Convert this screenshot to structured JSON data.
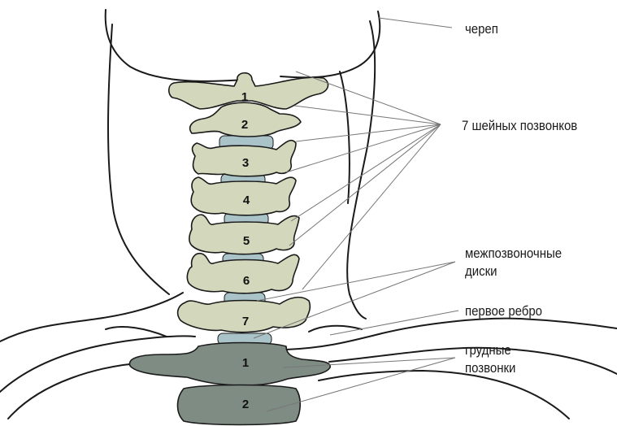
{
  "labels": {
    "skull": "череп",
    "cervical": "7 шейных позвонков",
    "discs_line1": "межпозвоночные",
    "discs_line2": "диски",
    "first_rib": "первое ребро",
    "thoracic_line1": "грудные",
    "thoracic_line2": "позвонки"
  },
  "cervical_numbers": [
    "1",
    "2",
    "3",
    "4",
    "5",
    "6",
    "7"
  ],
  "thoracic_numbers": [
    "1",
    "2"
  ],
  "colors": {
    "cervical_bone": "#d3d8bc",
    "disc": "#a9c3c8",
    "thoracic_bone": "#7f8c84"
  }
}
